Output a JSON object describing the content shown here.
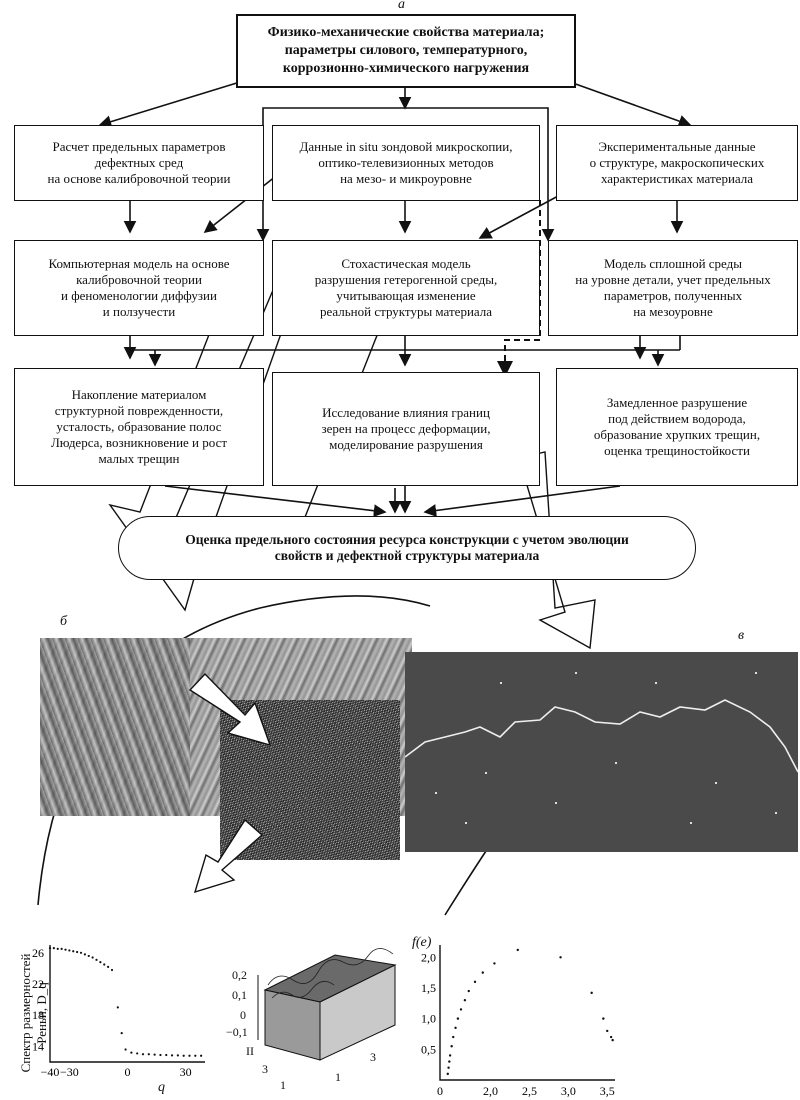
{
  "panel_labels": {
    "a": "а",
    "b": "б",
    "v": "в"
  },
  "top_box": "Физико-механические свойства материала;\nпараметры силового, температурного,\nкоррозионно-химического нагружения",
  "row1": [
    "Расчет предельных параметров\nдефектных сред\nна основе калибровочной теории",
    "Данные in situ зондовой микроскопии,\nоптико-телевизионных методов\nна мезо- и микроуровне",
    "Экспериментальные данные\nо структуре, макроскопических\nхарактеристиках материала"
  ],
  "row2": [
    "Компьютерная модель на основе\nкалибровочной теории\nи феноменологии диффузии\nи ползучести",
    "Стохастическая модель\nразрушения гетерогенной среды,\nучитывающая изменение\nреальной структуры материала",
    "Модель сплошной среды\nна уровне детали, учет предельных\nпараметров, полученных\nна мезоуровне"
  ],
  "row3": [
    "Накопление материалом\nструктурной поврежденности,\nусталость, образование полос\nЛюдерса, возникновение и рост\nмалых трещин",
    "Исследование влияния границ\nзерен на процесс деформации,\nмоделирование разрушения",
    "Замедленное разрушение\nпод действием водорода,\nобразование хрупких трещин,\nоценка трещиностойкости"
  ],
  "bottom_box": "Оценка предельного состояния ресурса конструкции с учетом эволюции\nсвойств и дефектной структуры материала",
  "colors": {
    "dark_panel": "#4a4a4a",
    "line": "#111111"
  },
  "chart_data": [
    {
      "type": "scatter",
      "ylabel": "Спектр размерностей\nРеньи, D_q",
      "xlabel": "q",
      "xticks": [
        "−40",
        "−30",
        "0",
        "30"
      ],
      "yticks": [
        "26",
        "22",
        "18",
        "14"
      ],
      "xlim": [
        -40,
        40
      ],
      "ylim": [
        12,
        27
      ],
      "points": [
        [
          -40,
          26.6
        ],
        [
          -38,
          26.6
        ],
        [
          -36,
          26.5
        ],
        [
          -34,
          26.5
        ],
        [
          -32,
          26.4
        ],
        [
          -30,
          26.3
        ],
        [
          -28,
          26.2
        ],
        [
          -26,
          26.1
        ],
        [
          -24,
          26.0
        ],
        [
          -22,
          25.8
        ],
        [
          -20,
          25.6
        ],
        [
          -18,
          25.4
        ],
        [
          -16,
          25.1
        ],
        [
          -14,
          24.8
        ],
        [
          -12,
          24.5
        ],
        [
          -10,
          24.2
        ],
        [
          -8,
          23.8
        ],
        [
          -5,
          19.0
        ],
        [
          -3,
          15.7
        ],
        [
          -1,
          13.6
        ],
        [
          2,
          13.2
        ],
        [
          5,
          13.1
        ],
        [
          8,
          13.0
        ],
        [
          11,
          13.0
        ],
        [
          14,
          12.95
        ],
        [
          17,
          12.9
        ],
        [
          20,
          12.9
        ],
        [
          23,
          12.85
        ],
        [
          26,
          12.85
        ],
        [
          29,
          12.8
        ],
        [
          32,
          12.8
        ],
        [
          35,
          12.8
        ],
        [
          38,
          12.8
        ]
      ]
    },
    {
      "type": "surface3d",
      "zticks": [
        "0,2",
        "0,1",
        "0",
        "−0,1"
      ],
      "xticks": [
        "1",
        "3"
      ],
      "yticks": [
        "3",
        "1"
      ],
      "axis_label": "II"
    },
    {
      "type": "scatter",
      "ylabel": "f(e)",
      "xticks": [
        "0",
        "2,0",
        "2,5",
        "3,0",
        "3,5"
      ],
      "yticks": [
        "2,0",
        "1,5",
        "1,0",
        "0,5"
      ],
      "xlim": [
        1.35,
        3.6
      ],
      "ylim": [
        0,
        2.2
      ],
      "points": [
        [
          1.45,
          0.1
        ],
        [
          1.46,
          0.2
        ],
        [
          1.47,
          0.3
        ],
        [
          1.48,
          0.4
        ],
        [
          1.5,
          0.55
        ],
        [
          1.52,
          0.7
        ],
        [
          1.55,
          0.85
        ],
        [
          1.58,
          1.0
        ],
        [
          1.62,
          1.15
        ],
        [
          1.67,
          1.3
        ],
        [
          1.72,
          1.45
        ],
        [
          1.8,
          1.6
        ],
        [
          1.9,
          1.75
        ],
        [
          2.05,
          1.9
        ],
        [
          2.35,
          2.12
        ],
        [
          2.9,
          2.0
        ],
        [
          3.3,
          1.42
        ],
        [
          3.45,
          1.0
        ],
        [
          3.5,
          0.8
        ],
        [
          3.55,
          0.7
        ],
        [
          3.57,
          0.65
        ]
      ]
    }
  ]
}
